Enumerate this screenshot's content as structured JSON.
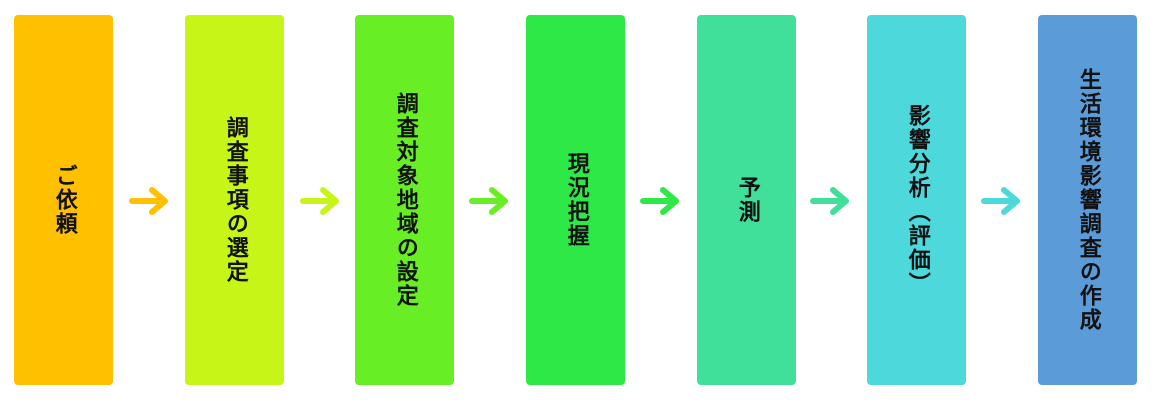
{
  "steps": [
    {
      "label": "ご依頼",
      "color": "#FFC000"
    },
    {
      "label": "調査事項の選定",
      "color": "#C6F517"
    },
    {
      "label": "調査対象地域の設定",
      "color": "#68EE25"
    },
    {
      "label": "現況把握",
      "color": "#2EE848"
    },
    {
      "label": "予測",
      "color": "#40E09A"
    },
    {
      "label": "影響分析（評価）",
      "color": "#4DD8DC"
    },
    {
      "label": "生活環境影響調査の作成",
      "color": "#5B9BD8"
    }
  ],
  "arrows": [
    {
      "color": "#FFC000",
      "icon": "arrow-right-icon"
    },
    {
      "color": "#C6F517",
      "icon": "arrow-right-icon"
    },
    {
      "color": "#68EE25",
      "icon": "arrow-right-icon"
    },
    {
      "color": "#2EE848",
      "icon": "arrow-right-icon"
    },
    {
      "color": "#40E09A",
      "icon": "arrow-right-icon"
    },
    {
      "color": "#4DD8DC",
      "icon": "arrow-right-icon"
    }
  ]
}
